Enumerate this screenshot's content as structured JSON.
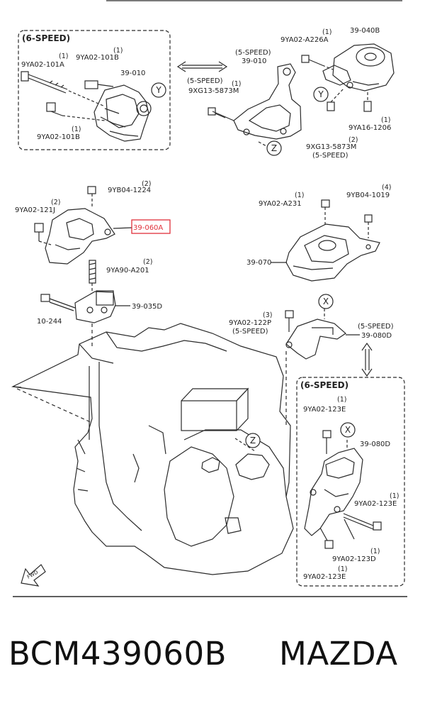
{
  "labels": {
    "tl_title": "(6-SPEED)",
    "tl_qty1": "(1)",
    "tl_pn1": "9YA02-101A",
    "tl_qty2": "(1)",
    "tl_pn2": "9YA02-101B",
    "tl_part": "39-010",
    "tl_qty3": "(1)",
    "tl_pn3": "9YA02-101B",
    "circle_y": "Y",
    "tm_5s_1": "(5-SPEED)",
    "tm_part": "39-010",
    "tm_5s_2": "(5-SPEED)",
    "tm_qty": "(1)",
    "tm_pn": "9XG13-5873M",
    "circle_z": "Z",
    "tr_qty1": "(1)",
    "tr_pn1": "9YA02-A226A",
    "tr_part": "39-040B",
    "tr_qty2": "(1)",
    "tr_pn2": "9YA16-1206",
    "tr_qty3": "(2)",
    "tr_pn3": "9XG13-5873M",
    "tr_5s": "(5-SPEED)",
    "ml_qty1": "(2)",
    "ml_pn1": "9YB04-1224",
    "ml_qty2": "(2)",
    "ml_pn2": "9YA02-121J",
    "ml_part_highlight": "39-060A",
    "ml_qty3": "(2)",
    "ml_pn3": "9YA90-A201",
    "ml_part2": "39-035D",
    "ml_pn4": "10-244",
    "mr_qty1": "(1)",
    "mr_pn1": "9YA02-A231",
    "mr_qty2": "(4)",
    "mr_pn2": "9YB04-1019",
    "mr_part": "39-070",
    "circle_x": "X",
    "mr_qty3": "(3)",
    "mr_pn3": "9YA02-122P",
    "mr_5s_1": "(5-SPEED)",
    "mr_5s_2": "(5-SPEED)",
    "mr_part2": "39-080D",
    "br_title": "(6-SPEED)",
    "br_qty1": "(1)",
    "br_pn1": "9YA02-123E",
    "br_part": "39-080D",
    "br_qty2": "(1)",
    "br_pn2": "9YA02-123E",
    "br_qty3": "(1)",
    "br_pn3": "9YA02-123D",
    "br_qty4": "(1)",
    "br_pn4": "9YA02-123E",
    "fwd": "FWD"
  },
  "caption": {
    "part_number": "BCM439060B",
    "brand": "MAZDA"
  },
  "colors": {
    "line": "#2a2a2a",
    "highlight": "#e0303a",
    "background": "#ffffff"
  }
}
